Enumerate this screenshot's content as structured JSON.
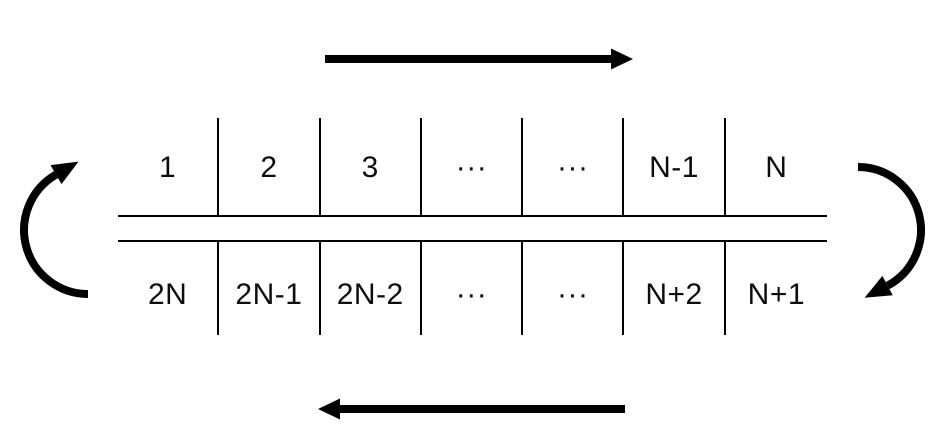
{
  "diagram": {
    "top_row": [
      "1",
      "2",
      "3",
      "···",
      "···",
      "N-1",
      "N"
    ],
    "bottom_row": [
      "2N",
      "2N-1",
      "2N-2",
      "···",
      "···",
      "N+2",
      "N+1"
    ],
    "arrows": {
      "top": "arrow-right",
      "bottom": "arrow-left",
      "left": "curved-arrow-wrap-up",
      "right": "curved-arrow-wrap-down"
    },
    "colors": {
      "stroke": "#000000",
      "text": "#0d0d0d",
      "background": "#ffffff"
    }
  }
}
